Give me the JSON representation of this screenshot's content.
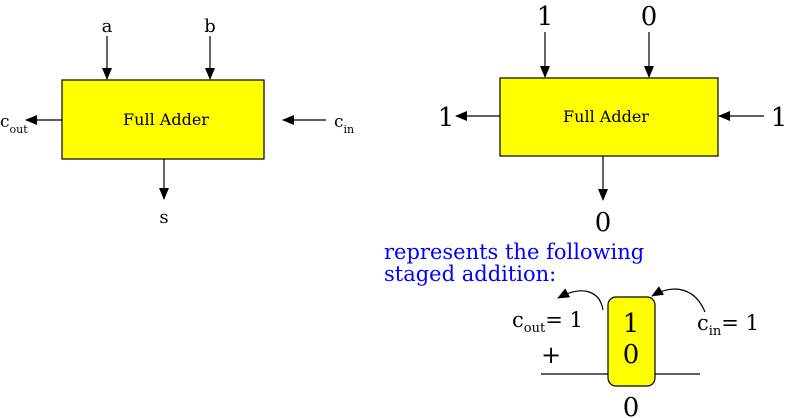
{
  "colors": {
    "box_fill": "#ffff00",
    "stroke": "#000000",
    "caption": "#0000ff"
  },
  "left_adder": {
    "label": "Full Adder",
    "input_a": "a",
    "input_b": "b",
    "carry_out_base": "c",
    "carry_out_sub": "out",
    "carry_in_base": "c",
    "carry_in_sub": "in",
    "sum": "s"
  },
  "right_adder": {
    "label": "Full Adder",
    "input_a": "1",
    "input_b": "0",
    "carry_out": "1",
    "carry_in": "1",
    "sum": "0"
  },
  "caption": {
    "line1": "represents the following",
    "line2": "staged addition:"
  },
  "staged_addition": {
    "cout_base": "c",
    "cout_sub": "out",
    "cout_value": "= 1",
    "cin_base": "c",
    "cin_sub": "in",
    "cin_value": "= 1",
    "top_digit": "1",
    "bottom_digit": "0",
    "operator": "+",
    "result": "0"
  }
}
